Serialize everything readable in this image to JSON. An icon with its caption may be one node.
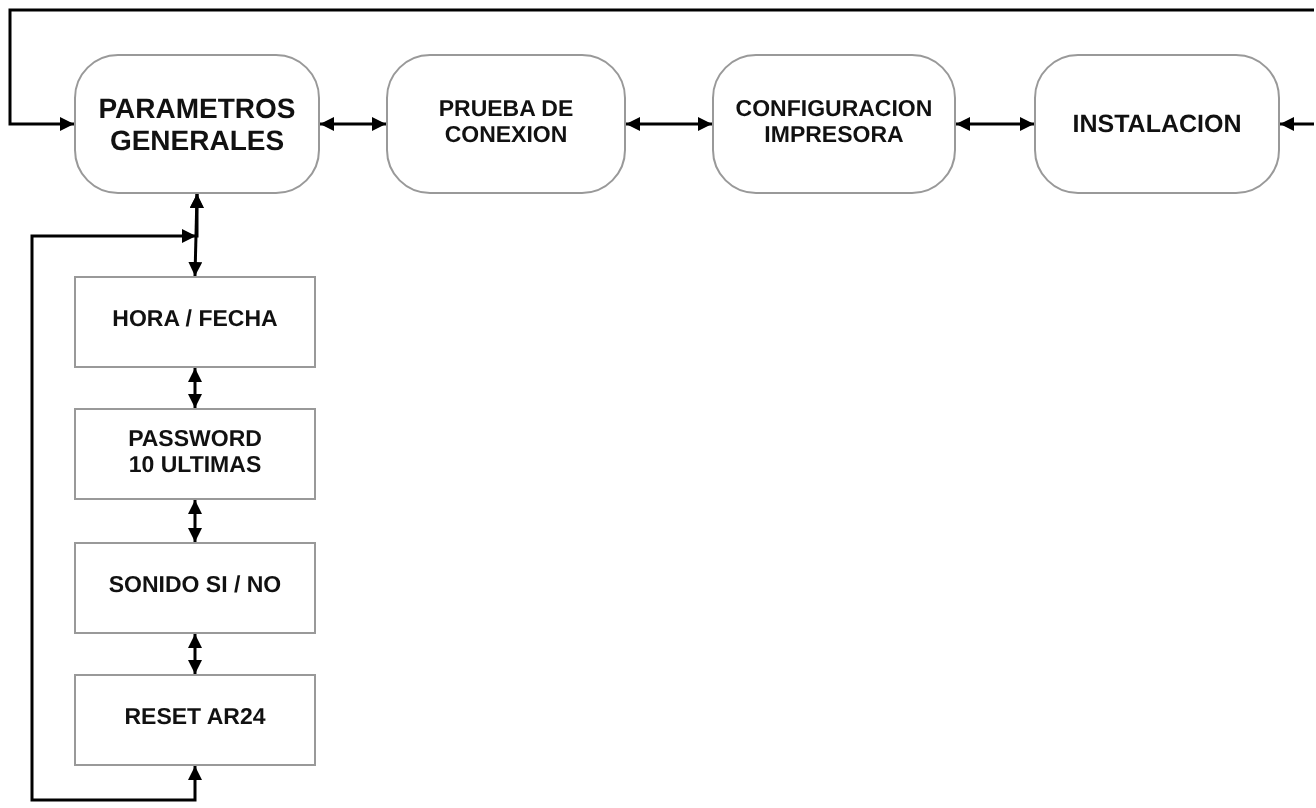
{
  "diagram": {
    "nodes": [
      {
        "text": [
          "PARAMETROS GENERALES"
        ]
      },
      {
        "text": [
          "PRUEBA DE CONEXION"
        ]
      },
      {
        "text": [
          "CONFIGURACION IMPRESORA"
        ]
      },
      {
        "text": [
          "INSTALACION"
        ]
      },
      {
        "text": [
          "HORA / FECHA"
        ]
      },
      {
        "text": [
          "PASSWORD 10 ULTIMAS"
        ]
      },
      {
        "text": [
          "SONIDO SI / NO"
        ]
      },
      {
        "text": [
          "RESET AR24"
        ]
      }
    ],
    "edges": [
      {
        "from": 0,
        "to": 1,
        "arrow": "both"
      },
      {
        "from": 1,
        "to": 2,
        "arrow": "both"
      },
      {
        "from": 2,
        "to": 3,
        "arrow": "both"
      },
      {
        "from": null,
        "to": 3,
        "arrow": "to"
      },
      {
        "from": null,
        "to": 0,
        "arrow": "to"
      },
      {
        "from": 0,
        "to": 4,
        "arrow": "both"
      },
      {
        "from": 4,
        "to": 5,
        "arrow": "both"
      },
      {
        "from": 5,
        "to": 6,
        "arrow": "both"
      },
      {
        "from": 6,
        "to": 7,
        "arrow": "both"
      },
      {
        "from": 7,
        "to": 0,
        "arrow": "both"
      }
    ]
  }
}
